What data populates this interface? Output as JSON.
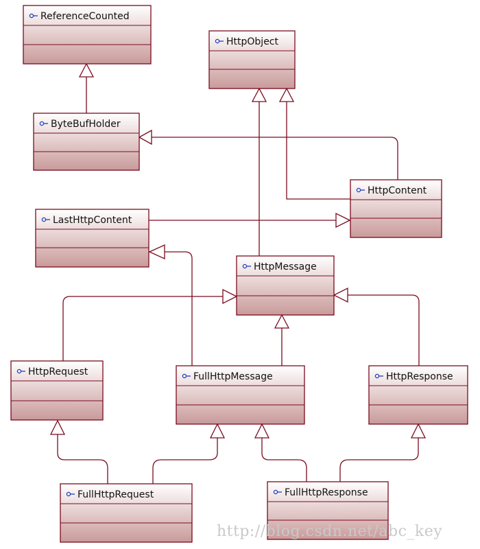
{
  "diagram": {
    "classes": {
      "reference_counted": "ReferenceCounted",
      "http_object": "HttpObject",
      "byte_buf_holder": "ByteBufHolder",
      "http_content": "HttpContent",
      "last_http_content": "LastHttpContent",
      "http_message": "HttpMessage",
      "http_request": "HttpRequest",
      "full_http_message": "FullHttpMessage",
      "http_response": "HttpResponse",
      "full_http_request": "FullHttpRequest",
      "full_http_response": "FullHttpResponse"
    },
    "colors": {
      "border": "#7a0a1e",
      "fill_top": "#ffffff",
      "fill_bottom": "#c99a9a",
      "interface_icon": "#1f3fbf"
    },
    "interface_icon": "interface-lollipop-icon"
  },
  "watermark": "http://blog.csdn.net/abc_key"
}
